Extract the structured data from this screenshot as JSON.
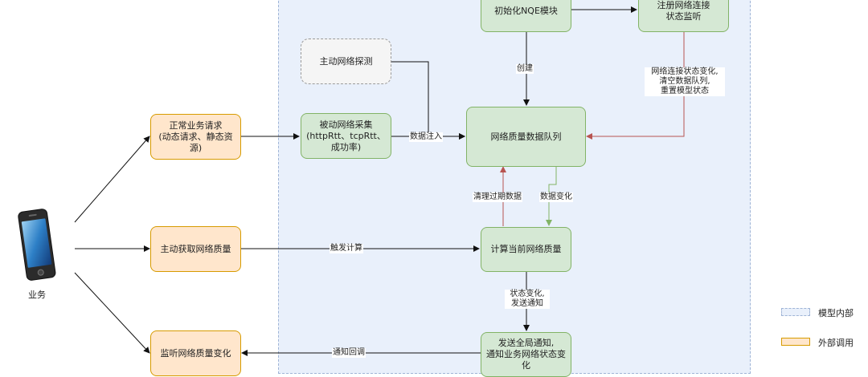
{
  "nodes": {
    "init_nqe": "初始化NQE模块",
    "register_listener": "注册网络连接\n状态监听",
    "active_probe": "主动网络探测",
    "passive_collect": "被动网络采集\n(httpRtt、tcpRtt、\n成功率)",
    "data_queue": "网络质量数据队列",
    "compute_quality": "计算当前网络质量",
    "global_notify": "发送全局通知,\n通知业务网络状态变\n化",
    "normal_request": "正常业务请求\n(动态请求、静态资\n源)",
    "active_get_quality": "主动获取网络质量",
    "listen_quality_change": "监听网络质量变化",
    "business": "业务"
  },
  "edge_labels": {
    "create": "创建",
    "state_change_reset": "网络连接状态变化,\n清空数据队列,\n重置模型状态",
    "data_inject": "数据注入",
    "clean_expired": "清理过期数据",
    "data_change": "数据变化",
    "trigger_compute": "触发计算",
    "state_change_notify": "状态变化,\n发送通知",
    "notify_callback": "通知回调"
  },
  "legend": {
    "internal": "模型内部",
    "external": "外部调用"
  },
  "colors": {
    "region_fill": "#e9f0fb",
    "green_fill": "#d5e8d4",
    "green_border": "#82b366",
    "orange_fill": "#ffe6cc",
    "orange_border": "#d79b00",
    "red_arrow": "#b85450",
    "green_arrow": "#82b366"
  }
}
